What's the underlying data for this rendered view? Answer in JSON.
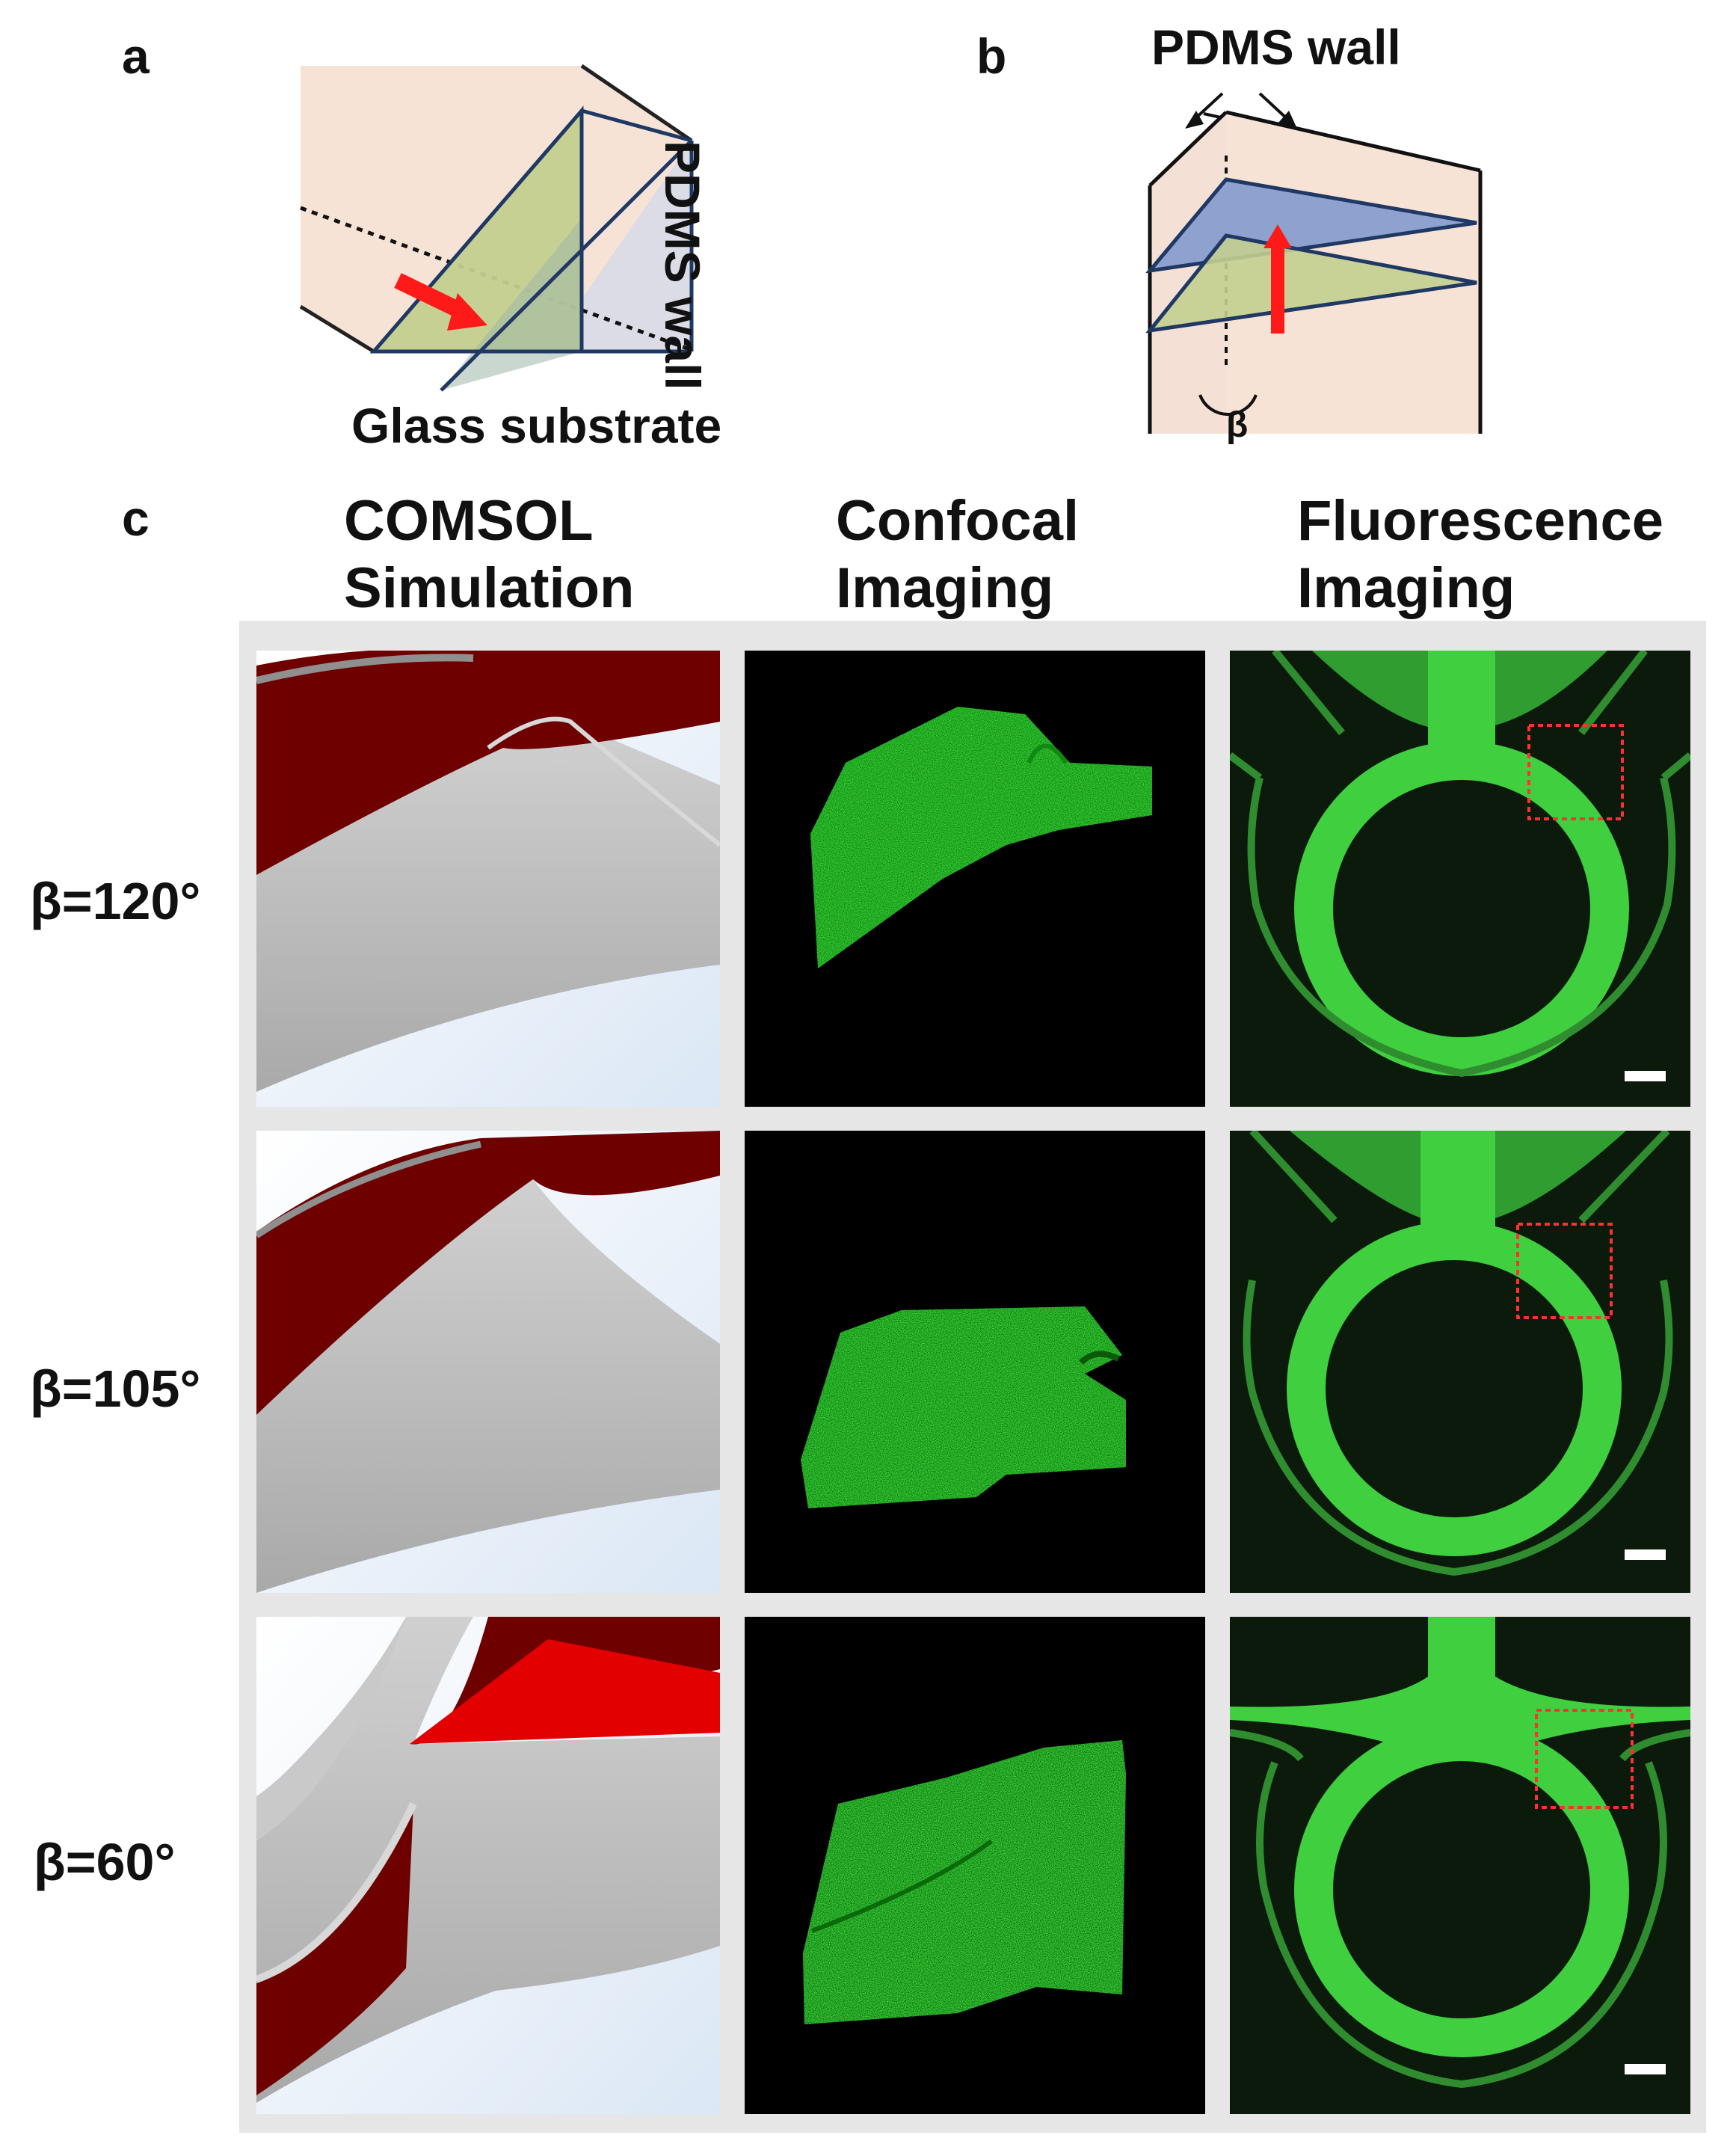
{
  "panels": {
    "a": {
      "letter": "a",
      "pdms_wall_label": "PDMS wall",
      "glass_label": "Glass substrate"
    },
    "b": {
      "letter": "b",
      "pdms_wall_label": "PDMS wall",
      "angle_symbol": "β"
    },
    "c": {
      "letter": "c",
      "columns": [
        {
          "line1": "COMSOL",
          "line2": "Simulation"
        },
        {
          "line1": "Confocal",
          "line2": "Imaging"
        },
        {
          "line1": "Fluorescence",
          "line2": "Imaging"
        }
      ],
      "rows": [
        {
          "label": "β=120°"
        },
        {
          "label": "β=105°"
        },
        {
          "label": "β=60°"
        }
      ]
    }
  },
  "colors": {
    "wall_fill": "#f7e3d6",
    "wall_side": "#dcdce6",
    "triangle_green": "#c3cf8f",
    "triangle_blue": "#8ea1cf",
    "edge_navy": "#1f3864",
    "arrow_red": "#ff1a1a",
    "sim_dark_red": "#6e0000",
    "sim_grey": "#bdbdbd",
    "confocal_green": "#22d622",
    "fluor_bg": "#0c1a0c",
    "fluor_green": "#3fcf3f"
  }
}
